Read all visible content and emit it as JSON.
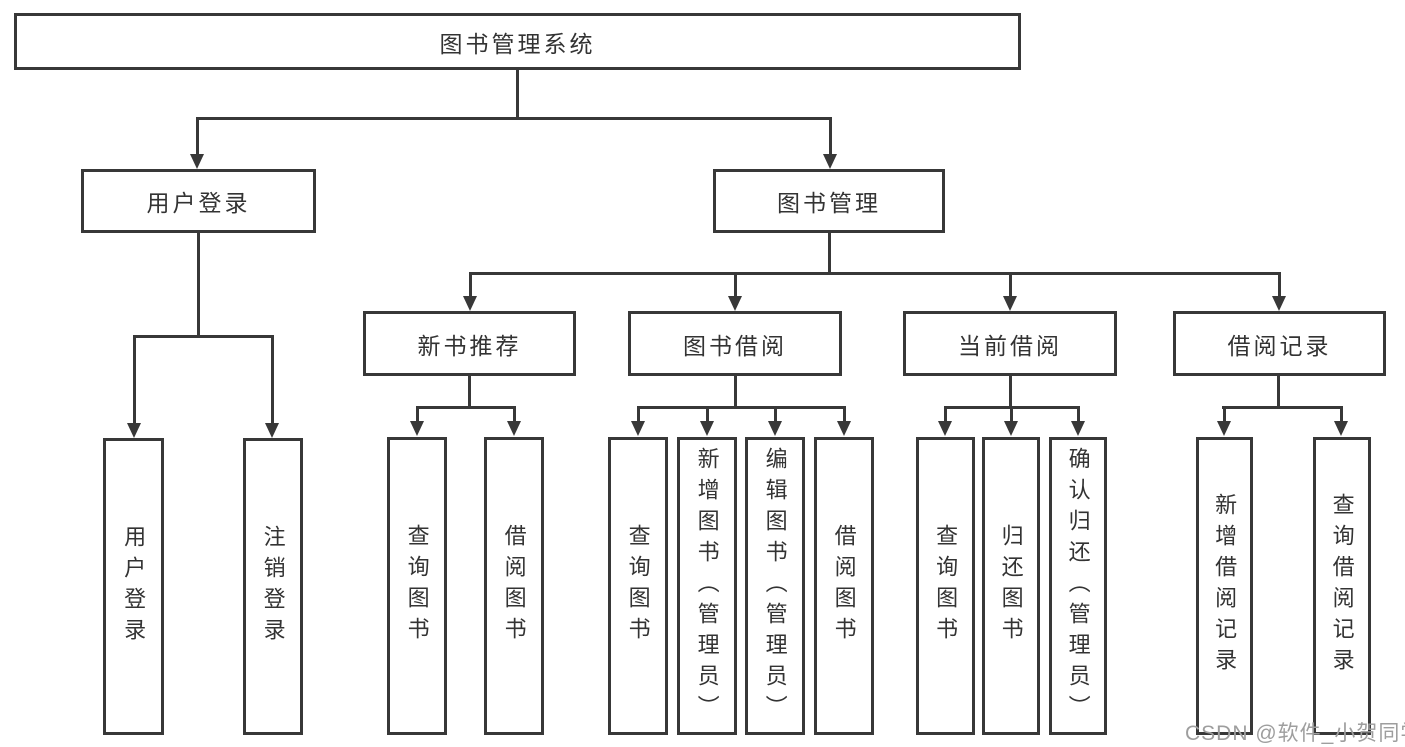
{
  "nodes": {
    "root": "图书管理系统",
    "user_login": "用户登录",
    "book_mgmt": "图书管理",
    "new_books": "新书推荐",
    "book_borrow": "图书借阅",
    "current_borrow": "当前借阅",
    "borrow_records": "借阅记录"
  },
  "leaves": {
    "user_login": [
      "用户登录",
      "注销登录"
    ],
    "new_books": [
      "查询图书",
      "借阅图书"
    ],
    "book_borrow": [
      "查询图书",
      "新增图书（管理员）",
      "编辑图书（管理员）",
      "借阅图书"
    ],
    "current_borrow": [
      "查询图书",
      "归还图书",
      "确认归还（管理员）"
    ],
    "borrow_records": [
      "新增借阅记录",
      "查询借阅记录"
    ]
  },
  "watermark": "CSDN @软件_小贺同学",
  "colors": {
    "line": "#383838",
    "text": "#333333",
    "background": "#ffffff",
    "watermark": "#9e9e9e"
  }
}
